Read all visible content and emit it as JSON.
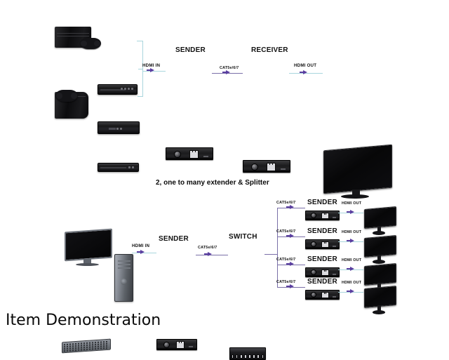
{
  "caption": "Item Demonstration",
  "diagram_top": {
    "sender_label": "SENDER",
    "receiver_label": "RECEIVER",
    "hdmi_in_label": "HDMI IN",
    "cat_label": "CAT5e/6/7",
    "hdmi_out_label": "HDMI OUT",
    "sources": [
      {
        "name": "game-console-ps4"
      },
      {
        "name": "game-console-xbox"
      },
      {
        "name": "set-top-box-1"
      },
      {
        "name": "set-top-box-2"
      },
      {
        "name": "dvd-player"
      }
    ],
    "display": {
      "name": "monitor"
    }
  },
  "diagram_bottom": {
    "title": "2,  one to many extender & Splitter",
    "source_label": "desktop-computer",
    "hdmi_in_label": "HDMI IN",
    "sender_label": "SENDER",
    "cat_label": "CAT5e/6/7",
    "switch_label": "SWITCH",
    "branches": [
      {
        "cat_label": "CAT5e/6/7",
        "device_label": "SENDER",
        "out_label": "HDMI OUT"
      },
      {
        "cat_label": "CAT5e/6/7",
        "device_label": "SENDER",
        "out_label": "HDMI OUT"
      },
      {
        "cat_label": "CAT5e/6/7",
        "device_label": "SENDER",
        "out_label": "HDMI OUT"
      },
      {
        "cat_label": "CAT5e/6/7",
        "device_label": "SENDER",
        "out_label": "HDMI OUT"
      }
    ]
  },
  "colors": {
    "hdmi_line": "#a9d6dd",
    "cat_line": "#7a6fa8",
    "arrow": "#5b3fa0",
    "text": "#111111",
    "background": "#ffffff"
  }
}
